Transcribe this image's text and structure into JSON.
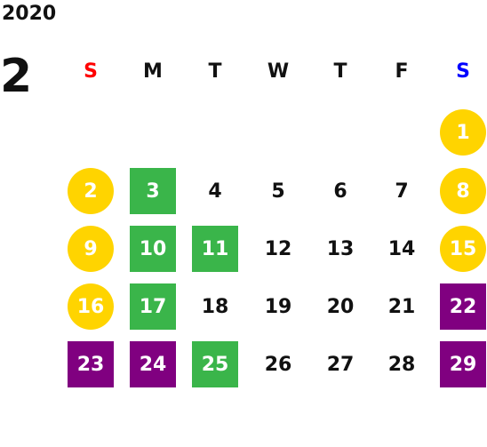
{
  "calendar": {
    "year": "2020",
    "month": "2",
    "weekdays": [
      {
        "label": "S",
        "color": "#ff0000"
      },
      {
        "label": "M",
        "color": "#111111"
      },
      {
        "label": "T",
        "color": "#111111"
      },
      {
        "label": "W",
        "color": "#111111"
      },
      {
        "label": "T",
        "color": "#111111"
      },
      {
        "label": "F",
        "color": "#111111"
      },
      {
        "label": "S",
        "color": "#0000ff"
      }
    ],
    "days": [
      {
        "day": "1",
        "style": "holiday",
        "dow": 6,
        "week": 0
      },
      {
        "day": "2",
        "style": "holiday",
        "dow": 0,
        "week": 1
      },
      {
        "day": "3",
        "style": "green",
        "dow": 1,
        "week": 1
      },
      {
        "day": "4",
        "style": "plain",
        "dow": 2,
        "week": 1
      },
      {
        "day": "5",
        "style": "plain",
        "dow": 3,
        "week": 1
      },
      {
        "day": "6",
        "style": "plain",
        "dow": 4,
        "week": 1
      },
      {
        "day": "7",
        "style": "plain",
        "dow": 5,
        "week": 1
      },
      {
        "day": "8",
        "style": "holiday",
        "dow": 6,
        "week": 1
      },
      {
        "day": "9",
        "style": "holiday",
        "dow": 0,
        "week": 2
      },
      {
        "day": "10",
        "style": "green",
        "dow": 1,
        "week": 2
      },
      {
        "day": "11",
        "style": "green",
        "dow": 2,
        "week": 2
      },
      {
        "day": "12",
        "style": "plain",
        "dow": 3,
        "week": 2
      },
      {
        "day": "13",
        "style": "plain",
        "dow": 4,
        "week": 2
      },
      {
        "day": "14",
        "style": "plain",
        "dow": 5,
        "week": 2
      },
      {
        "day": "15",
        "style": "holiday",
        "dow": 6,
        "week": 2
      },
      {
        "day": "16",
        "style": "holiday",
        "dow": 0,
        "week": 3
      },
      {
        "day": "17",
        "style": "green",
        "dow": 1,
        "week": 3
      },
      {
        "day": "18",
        "style": "plain",
        "dow": 2,
        "week": 3
      },
      {
        "day": "19",
        "style": "plain",
        "dow": 3,
        "week": 3
      },
      {
        "day": "20",
        "style": "plain",
        "dow": 4,
        "week": 3
      },
      {
        "day": "21",
        "style": "plain",
        "dow": 5,
        "week": 3
      },
      {
        "day": "22",
        "style": "purple",
        "dow": 6,
        "week": 3
      },
      {
        "day": "23",
        "style": "purple",
        "dow": 0,
        "week": 4
      },
      {
        "day": "24",
        "style": "purple",
        "dow": 1,
        "week": 4
      },
      {
        "day": "25",
        "style": "green",
        "dow": 2,
        "week": 4
      },
      {
        "day": "26",
        "style": "plain",
        "dow": 3,
        "week": 4
      },
      {
        "day": "27",
        "style": "plain",
        "dow": 4,
        "week": 4
      },
      {
        "day": "28",
        "style": "plain",
        "dow": 5,
        "week": 4
      },
      {
        "day": "29",
        "style": "purple",
        "dow": 6,
        "week": 4
      }
    ]
  }
}
